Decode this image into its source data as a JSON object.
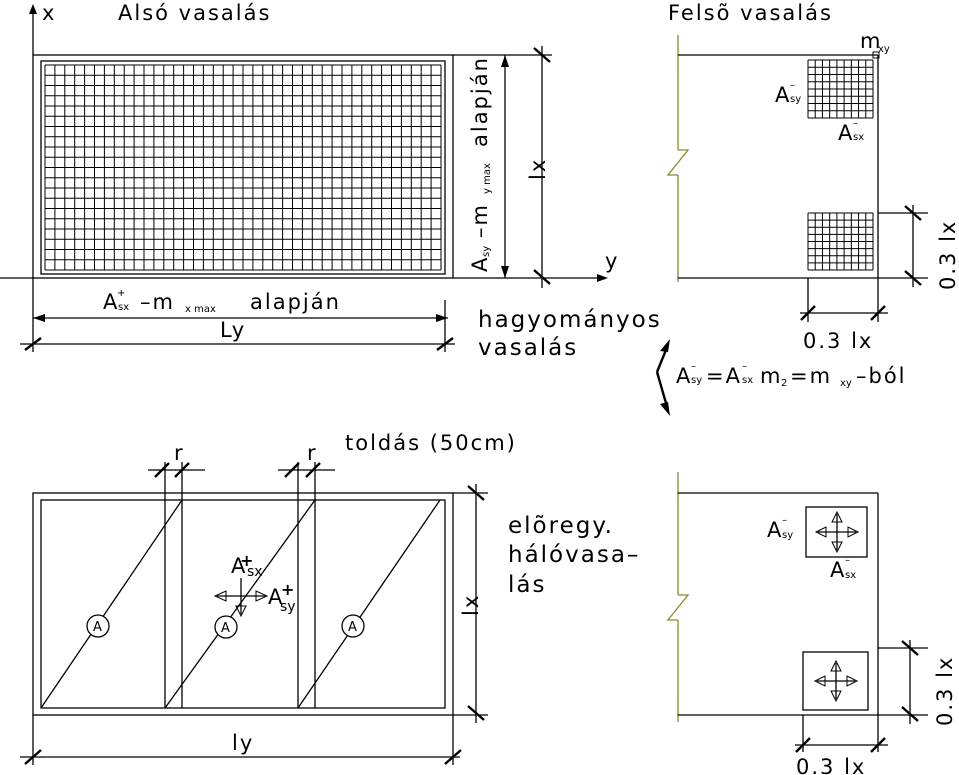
{
  "top_left": {
    "axis_x": "x",
    "axis_y": "y",
    "title": "Alsó vasalás",
    "asx_label": "A",
    "asx_sup": "+",
    "asx_sub": "sx",
    "asx_text": "–m",
    "asx_text_sub": "x max",
    "asx_text_end": "alapján",
    "asy_label": "A",
    "asy_sub": "sy",
    "asy_text": "–m",
    "asy_text_sub": "y max",
    "asy_text_end": "alapján",
    "dim_ly": "Ly",
    "dim_lx": "lx"
  },
  "top_right": {
    "title": "Felsõ vasalás",
    "mxy": "m",
    "mxy_sub": "xy",
    "asy_label": "A",
    "asy_sup": "–",
    "asy_sub": "sy",
    "asx_label": "A",
    "asx_sup": "–",
    "asx_sub": "sx",
    "dim_right": "0.3 lx",
    "dim_bottom": "0.3 lx"
  },
  "middle": {
    "hagyomanyos_1": "hagyományos",
    "hagyomanyos_2": "vasalás",
    "formula_a": "A",
    "formula_a_sup": "–",
    "formula_a_sub": "sy",
    "formula_eq1": "=A",
    "formula_b_sup": "–",
    "formula_b_sub": "sx",
    "formula_m2": "m",
    "formula_m2_sub": "2",
    "formula_eq2": "=m",
    "formula_mxy_sub": "xy",
    "formula_end": "–ból"
  },
  "bottom_left": {
    "toldas": "toldás (50cm)",
    "r1": "r",
    "r2": "r",
    "circle_label": "A",
    "asx_label": "A",
    "asx_sup": "+",
    "asx_sub": "sx",
    "asy_label": "A",
    "asy_sup": "+",
    "asy_sub": "sy",
    "dim_lx": "lx",
    "dim_ly": "ly"
  },
  "bottom_right": {
    "eloregy_1": "elõregy.",
    "eloregy_2": "hálóvasa–",
    "eloregy_3": "lás",
    "asy_label": "A",
    "asy_sup": "–",
    "asy_sub": "sy",
    "asx_label": "A",
    "asx_sup": "–",
    "asx_sub": "sx",
    "dim_right": "0.3 lx",
    "dim_bottom": "0.3 lx"
  }
}
